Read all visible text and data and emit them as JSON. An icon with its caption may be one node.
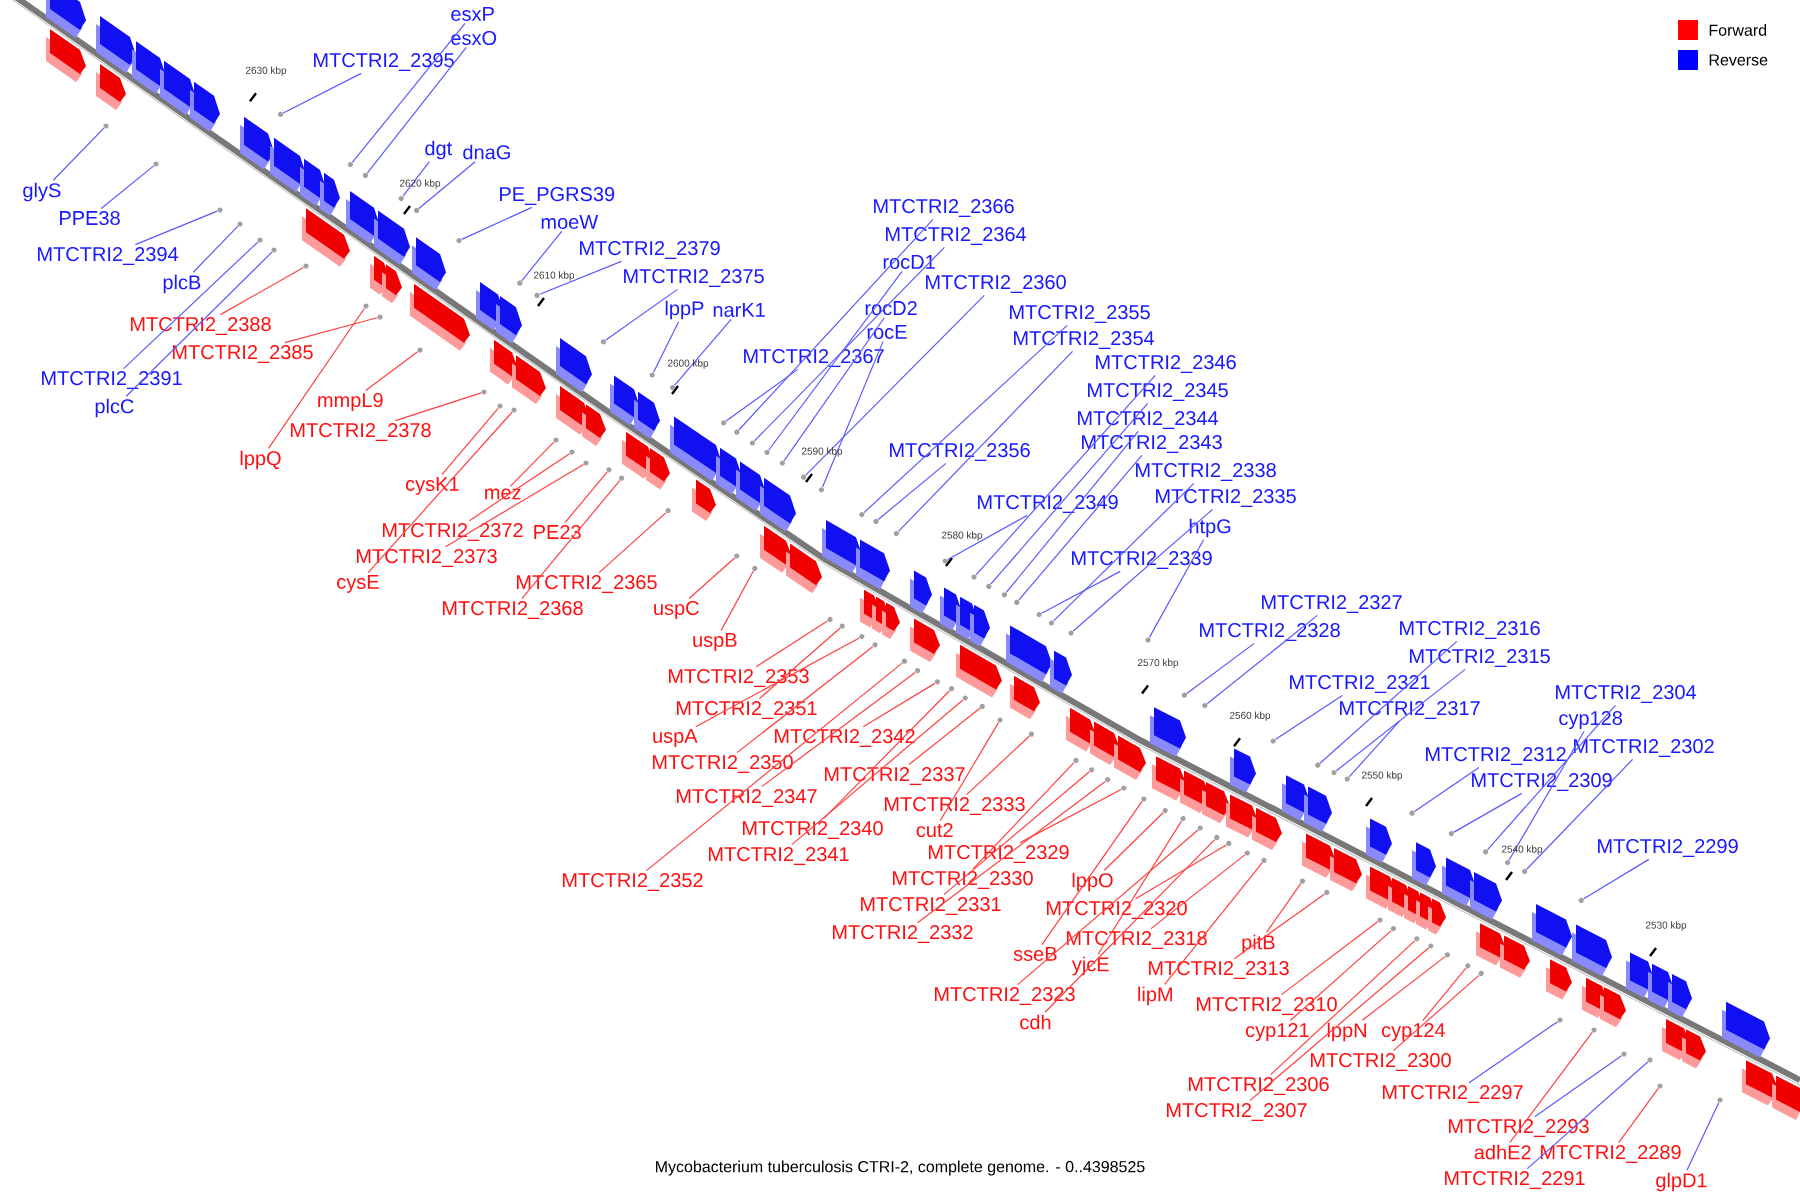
{
  "diagram": {
    "caption": "Mycobacterium tuberculosis CTRI-2, complete genome. - 0..4398525",
    "nodes": [
      {
        "text": [
          "esxP"
        ]
      },
      {
        "text": [
          "esxO"
        ]
      },
      {
        "text": [
          "MTCTRI2_2395"
        ]
      },
      {
        "text": [
          "glyS"
        ]
      },
      {
        "text": [
          "PPE38"
        ]
      },
      {
        "text": [
          "MTCTRI2_2394"
        ]
      },
      {
        "text": [
          "plcB"
        ]
      },
      {
        "text": [
          "MTCTRI2_2391"
        ]
      },
      {
        "text": [
          "plcC"
        ]
      },
      {
        "text": [
          "dgt"
        ]
      },
      {
        "text": [
          "dnaG"
        ]
      },
      {
        "text": [
          "PE_PGRS39"
        ]
      },
      {
        "text": [
          "moeW"
        ]
      },
      {
        "text": [
          "MTCTRI2_2379"
        ]
      },
      {
        "text": [
          "MTCTRI2_2375"
        ]
      },
      {
        "text": [
          "lppP"
        ]
      },
      {
        "text": [
          "narK1"
        ]
      },
      {
        "text": [
          "MTCTRI2_2367"
        ]
      },
      {
        "text": [
          "MTCTRI2_2366"
        ]
      },
      {
        "text": [
          "MTCTRI2_2364"
        ]
      },
      {
        "text": [
          "rocD1"
        ]
      },
      {
        "text": [
          "MTCTRI2_2360"
        ]
      },
      {
        "text": [
          "rocD2"
        ]
      },
      {
        "text": [
          "rocE"
        ]
      },
      {
        "text": [
          "MTCTRI2_2355"
        ]
      },
      {
        "text": [
          "MTCTRI2_2354"
        ]
      },
      {
        "text": [
          "MTCTRI2_2356"
        ]
      },
      {
        "text": [
          "MTCTRI2_2346"
        ]
      },
      {
        "text": [
          "MTCTRI2_2345"
        ]
      },
      {
        "text": [
          "MTCTRI2_2344"
        ]
      },
      {
        "text": [
          "MTCTRI2_2343"
        ]
      },
      {
        "text": [
          "MTCTRI2_2349"
        ]
      },
      {
        "text": [
          "MTCTRI2_2338"
        ]
      },
      {
        "text": [
          "MTCTRI2_2335"
        ]
      },
      {
        "text": [
          "htpG"
        ]
      },
      {
        "text": [
          "MTCTRI2_2339"
        ]
      },
      {
        "text": [
          "MTCTRI2_2327"
        ]
      },
      {
        "text": [
          "MTCTRI2_2328"
        ]
      },
      {
        "text": [
          "MTCTRI2_2316"
        ]
      },
      {
        "text": [
          "MTCTRI2_2315"
        ]
      },
      {
        "text": [
          "MTCTRI2_2321"
        ]
      },
      {
        "text": [
          "MTCTRI2_2317"
        ]
      },
      {
        "text": [
          "MTCTRI2_2304"
        ]
      },
      {
        "text": [
          "cyp128"
        ]
      },
      {
        "text": [
          "MTCTRI2_2302"
        ]
      },
      {
        "text": [
          "MTCTRI2_2312"
        ]
      },
      {
        "text": [
          "MTCTRI2_2309"
        ]
      },
      {
        "text": [
          "MTCTRI2_2299"
        ]
      },
      {
        "text": [
          "MTCTRI2_2297"
        ]
      },
      {
        "text": [
          "MTCTRI2_2293"
        ]
      },
      {
        "text": [
          "MTCTRI2_2291"
        ]
      },
      {
        "text": [
          "glpD1"
        ]
      },
      {
        "text": [
          "MTCTRI2_2388"
        ]
      },
      {
        "text": [
          "MTCTRI2_2385"
        ]
      },
      {
        "text": [
          "mmpL9"
        ]
      },
      {
        "text": [
          "MTCTRI2_2378"
        ]
      },
      {
        "text": [
          "lppQ"
        ]
      },
      {
        "text": [
          "cysK1"
        ]
      },
      {
        "text": [
          "mez"
        ]
      },
      {
        "text": [
          "MTCTRI2_2372"
        ]
      },
      {
        "text": [
          "MTCTRI2_2373"
        ]
      },
      {
        "text": [
          "cysE"
        ]
      },
      {
        "text": [
          "PE23"
        ]
      },
      {
        "text": [
          "MTCTRI2_2365"
        ]
      },
      {
        "text": [
          "MTCTRI2_2368"
        ]
      },
      {
        "text": [
          "uspC"
        ]
      },
      {
        "text": [
          "uspB"
        ]
      },
      {
        "text": [
          "MTCTRI2_2353"
        ]
      },
      {
        "text": [
          "MTCTRI2_2351"
        ]
      },
      {
        "text": [
          "uspA"
        ]
      },
      {
        "text": [
          "MTCTRI2_2350"
        ]
      },
      {
        "text": [
          "MTCTRI2_2342"
        ]
      },
      {
        "text": [
          "MTCTRI2_2337"
        ]
      },
      {
        "text": [
          "MTCTRI2_2347"
        ]
      },
      {
        "text": [
          "MTCTRI2_2333"
        ]
      },
      {
        "text": [
          "MTCTRI2_2340"
        ]
      },
      {
        "text": [
          "cut2"
        ]
      },
      {
        "text": [
          "MTCTRI2_2341"
        ]
      },
      {
        "text": [
          "MTCTRI2_2352"
        ]
      },
      {
        "text": [
          "MTCTRI2_2329"
        ]
      },
      {
        "text": [
          "MTCTRI2_2330"
        ]
      },
      {
        "text": [
          "lppO"
        ]
      },
      {
        "text": [
          "MTCTRI2_2331"
        ]
      },
      {
        "text": [
          "MTCTRI2_2320"
        ]
      },
      {
        "text": [
          "MTCTRI2_2332"
        ]
      },
      {
        "text": [
          "sseB"
        ]
      },
      {
        "text": [
          "MTCTRI2_2318"
        ]
      },
      {
        "text": [
          "yjcE"
        ]
      },
      {
        "text": [
          "pitB"
        ]
      },
      {
        "text": [
          "MTCTRI2_2313"
        ]
      },
      {
        "text": [
          "lipM"
        ]
      },
      {
        "text": [
          "MTCTRI2_2323"
        ]
      },
      {
        "text": [
          "cdh"
        ]
      },
      {
        "text": [
          "MTCTRI2_2310"
        ]
      },
      {
        "text": [
          "cyp121"
        ]
      },
      {
        "text": [
          "lppN"
        ]
      },
      {
        "text": [
          "cyp124"
        ]
      },
      {
        "text": [
          "MTCTRI2_2300"
        ]
      },
      {
        "text": [
          "MTCTRI2_2306"
        ]
      },
      {
        "text": [
          "MTCTRI2_2307"
        ]
      },
      {
        "text": [
          "adhE2"
        ]
      },
      {
        "text": [
          "MTCTRI2_2289"
        ]
      },
      {
        "text": [],
        "shape": "circle"
      },
      {
        "text": [],
        "shape": "circle"
      },
      {
        "text": [],
        "shape": "circle"
      },
      {
        "text": [],
        "shape": "circle"
      },
      {
        "text": [],
        "shape": "circle"
      },
      {
        "text": [],
        "shape": "circle"
      },
      {
        "text": [],
        "shape": "circle"
      },
      {
        "text": [],
        "shape": "circle"
      },
      {
        "text": [],
        "shape": "circle"
      },
      {
        "text": [],
        "shape": "circle"
      },
      {
        "text": [],
        "shape": "circle"
      },
      {
        "text": [],
        "shape": "circle"
      },
      {
        "text": [],
        "shape": "circle"
      },
      {
        "text": [],
        "shape": "circle"
      },
      {
        "text": [],
        "shape": "circle"
      },
      {
        "text": [],
        "shape": "circle"
      },
      {
        "text": [],
        "shape": "circle"
      },
      {
        "text": [],
        "shape": "circle"
      },
      {
        "text": [],
        "shape": "circle"
      },
      {
        "text": [],
        "shape": "circle"
      },
      {
        "text": [],
        "shape": "circle"
      },
      {
        "text": [],
        "shape": "circle"
      },
      {
        "text": [],
        "shape": "circle"
      },
      {
        "text": [],
        "shape": "circle"
      },
      {
        "text": [],
        "shape": "circle"
      },
      {
        "text": [],
        "shape": "circle"
      },
      {
        "text": [],
        "shape": "circle"
      },
      {
        "text": [],
        "shape": "circle"
      },
      {
        "text": [],
        "shape": "circle"
      },
      {
        "text": [],
        "shape": "circle"
      },
      {
        "text": [],
        "shape": "circle"
      },
      {
        "text": [],
        "shape": "circle"
      },
      {
        "text": [],
        "shape": "circle"
      },
      {
        "text": [],
        "shape": "circle"
      },
      {
        "text": [],
        "shape": "circle"
      },
      {
        "text": [],
        "shape": "circle"
      },
      {
        "text": [],
        "shape": "circle"
      },
      {
        "text": [],
        "shape": "circle"
      },
      {
        "text": [],
        "shape": "circle"
      },
      {
        "text": [],
        "shape": "circle"
      },
      {
        "text": [],
        "shape": "circle"
      },
      {
        "text": [],
        "shape": "circle"
      },
      {
        "text": [],
        "shape": "circle"
      },
      {
        "text": [],
        "shape": "circle"
      },
      {
        "text": [],
        "shape": "circle"
      },
      {
        "text": [],
        "shape": "circle"
      },
      {
        "text": [],
        "shape": "circle"
      },
      {
        "text": [],
        "shape": "circle"
      },
      {
        "text": [],
        "shape": "circle"
      },
      {
        "text": [],
        "shape": "circle"
      },
      {
        "text": [],
        "shape": "circle"
      },
      {
        "text": [],
        "shape": "circle"
      },
      {
        "text": [],
        "shape": "circle"
      },
      {
        "text": [],
        "shape": "circle"
      },
      {
        "text": [],
        "shape": "circle"
      },
      {
        "text": [],
        "shape": "circle"
      },
      {
        "text": [],
        "shape": "circle"
      },
      {
        "text": [],
        "shape": "circle"
      },
      {
        "text": [],
        "shape": "circle"
      },
      {
        "text": [],
        "shape": "circle"
      },
      {
        "text": [],
        "shape": "circle"
      },
      {
        "text": [],
        "shape": "circle"
      },
      {
        "text": [],
        "shape": "circle"
      },
      {
        "text": [],
        "shape": "circle"
      },
      {
        "text": [],
        "shape": "circle"
      },
      {
        "text": [],
        "shape": "circle"
      },
      {
        "text": [],
        "shape": "circle"
      },
      {
        "text": [],
        "shape": "circle"
      },
      {
        "text": [],
        "shape": "circle"
      },
      {
        "text": [],
        "shape": "circle"
      },
      {
        "text": [],
        "shape": "circle"
      },
      {
        "text": [],
        "shape": "circle"
      },
      {
        "text": [],
        "shape": "circle"
      },
      {
        "text": [],
        "shape": "circle"
      },
      {
        "text": [],
        "shape": "circle"
      },
      {
        "text": [],
        "shape": "circle"
      },
      {
        "text": [],
        "shape": "circle"
      },
      {
        "text": [],
        "shape": "circle"
      },
      {
        "text": [],
        "shape": "circle"
      },
      {
        "text": [],
        "shape": "circle"
      },
      {
        "text": [],
        "shape": "circle"
      },
      {
        "text": [],
        "shape": "circle"
      },
      {
        "text": [],
        "shape": "circle"
      },
      {
        "text": [],
        "shape": "circle"
      },
      {
        "text": [],
        "shape": "circle"
      },
      {
        "text": [],
        "shape": "circle"
      },
      {
        "text": [],
        "shape": "circle"
      },
      {
        "text": [],
        "shape": "circle"
      },
      {
        "text": [],
        "shape": "circle"
      },
      {
        "text": [],
        "shape": "circle"
      },
      {
        "text": [],
        "shape": "circle"
      },
      {
        "text": [],
        "shape": "circle"
      },
      {
        "text": [],
        "shape": "circle"
      },
      {
        "text": [],
        "shape": "circle"
      },
      {
        "text": [],
        "shape": "circle"
      },
      {
        "text": [],
        "shape": "circle"
      },
      {
        "text": [],
        "shape": "circle"
      },
      {
        "text": [],
        "shape": "circle"
      },
      {
        "text": [],
        "shape": "circle"
      },
      {
        "text": [],
        "shape": "circle"
      },
      {
        "text": [],
        "shape": "circle"
      },
      {
        "text": [],
        "shape": "circle"
      }
    ],
    "edges": [
      {
        "from": 0,
        "to": 110,
        "arrow": "none"
      },
      {
        "from": 1,
        "to": 111,
        "arrow": "none"
      },
      {
        "from": 2,
        "to": 107,
        "arrow": "none"
      },
      {
        "from": 3,
        "to": 102,
        "arrow": "none"
      },
      {
        "from": 4,
        "to": 103,
        "arrow": "none"
      },
      {
        "from": 5,
        "to": 104,
        "arrow": "none"
      },
      {
        "from": 6,
        "to": 105,
        "arrow": "none"
      },
      {
        "from": 7,
        "to": 106,
        "arrow": "none"
      },
      {
        "from": 8,
        "to": 108,
        "arrow": "none"
      },
      {
        "from": 9,
        "to": 114,
        "arrow": "none"
      },
      {
        "from": 10,
        "to": 115,
        "arrow": "none"
      },
      {
        "from": 11,
        "to": 117,
        "arrow": "none"
      },
      {
        "from": 12,
        "to": 120,
        "arrow": "none"
      },
      {
        "from": 13,
        "to": 122,
        "arrow": "none"
      },
      {
        "from": 14,
        "to": 126,
        "arrow": "none"
      },
      {
        "from": 15,
        "to": 129,
        "arrow": "none"
      },
      {
        "from": 16,
        "to": 130,
        "arrow": "none"
      },
      {
        "from": 17,
        "to": 132,
        "arrow": "none"
      },
      {
        "from": 18,
        "to": 133,
        "arrow": "none"
      },
      {
        "from": 19,
        "to": 134,
        "arrow": "none"
      },
      {
        "from": 20,
        "to": 135,
        "arrow": "none"
      },
      {
        "from": 21,
        "to": 138,
        "arrow": "none"
      },
      {
        "from": 22,
        "to": 137,
        "arrow": "none"
      },
      {
        "from": 23,
        "to": 140,
        "arrow": "none"
      },
      {
        "from": 24,
        "to": 142,
        "arrow": "none"
      },
      {
        "from": 25,
        "to": 147,
        "arrow": "none"
      },
      {
        "from": 26,
        "to": 143,
        "arrow": "none"
      },
      {
        "from": 27,
        "to": 154,
        "arrow": "none"
      },
      {
        "from": 28,
        "to": 155,
        "arrow": "none"
      },
      {
        "from": 29,
        "to": 156,
        "arrow": "none"
      },
      {
        "from": 30,
        "to": 158,
        "arrow": "none"
      },
      {
        "from": 31,
        "to": 150,
        "arrow": "none"
      },
      {
        "from": 32,
        "to": 161,
        "arrow": "none"
      },
      {
        "from": 33,
        "to": 162,
        "arrow": "none"
      },
      {
        "from": 34,
        "to": 169,
        "arrow": "none"
      },
      {
        "from": 35,
        "to": 160,
        "arrow": "none"
      },
      {
        "from": 36,
        "to": 173,
        "arrow": "none"
      },
      {
        "from": 37,
        "to": 171,
        "arrow": "none"
      },
      {
        "from": 38,
        "to": 181,
        "arrow": "none"
      },
      {
        "from": 39,
        "to": 182,
        "arrow": "none"
      },
      {
        "from": 40,
        "to": 178,
        "arrow": "none"
      },
      {
        "from": 41,
        "to": 183,
        "arrow": "none"
      },
      {
        "from": 42,
        "to": 192,
        "arrow": "none"
      },
      {
        "from": 43,
        "to": 193,
        "arrow": "none"
      },
      {
        "from": 44,
        "to": 196,
        "arrow": "none"
      },
      {
        "from": 45,
        "to": 186,
        "arrow": "none"
      },
      {
        "from": 46,
        "to": 188,
        "arrow": "none"
      },
      {
        "from": 47,
        "to": 198,
        "arrow": "none"
      },
      {
        "from": 48,
        "to": 197,
        "arrow": "none"
      },
      {
        "from": 49,
        "to": 200,
        "arrow": "none"
      },
      {
        "from": 50,
        "to": 201,
        "arrow": "none"
      },
      {
        "from": 51,
        "to": 203,
        "arrow": "none"
      },
      {
        "from": 52,
        "to": 109,
        "arrow": "none",
        "color": "#ff4040"
      },
      {
        "from": 53,
        "to": 113,
        "arrow": "none",
        "color": "#ff4040"
      },
      {
        "from": 54,
        "to": 116,
        "arrow": "none",
        "color": "#ff4040"
      },
      {
        "from": 55,
        "to": 118,
        "arrow": "none",
        "color": "#ff4040"
      },
      {
        "from": 56,
        "to": 112,
        "arrow": "none",
        "color": "#ff4040"
      },
      {
        "from": 57,
        "to": 119,
        "arrow": "none",
        "color": "#ff4040"
      },
      {
        "from": 58,
        "to": 123,
        "arrow": "none",
        "color": "#ff4040"
      },
      {
        "from": 59,
        "to": 124,
        "arrow": "none",
        "color": "#ff4040"
      },
      {
        "from": 60,
        "to": 125,
        "arrow": "none",
        "color": "#ff4040"
      },
      {
        "from": 61,
        "to": 121,
        "arrow": "none",
        "color": "#ff4040"
      },
      {
        "from": 62,
        "to": 127,
        "arrow": "none",
        "color": "#ff4040"
      },
      {
        "from": 63,
        "to": 131,
        "arrow": "none",
        "color": "#ff4040"
      },
      {
        "from": 64,
        "to": 128,
        "arrow": "none",
        "color": "#ff4040"
      },
      {
        "from": 65,
        "to": 136,
        "arrow": "none",
        "color": "#ff4040"
      },
      {
        "from": 66,
        "to": 139,
        "arrow": "none",
        "color": "#ff4040"
      },
      {
        "from": 67,
        "to": 141,
        "arrow": "none",
        "color": "#ff4040"
      },
      {
        "from": 68,
        "to": 144,
        "arrow": "none",
        "color": "#ff4040"
      },
      {
        "from": 69,
        "to": 145,
        "arrow": "none",
        "color": "#ff4040"
      },
      {
        "from": 70,
        "to": 146,
        "arrow": "none",
        "color": "#ff4040"
      },
      {
        "from": 71,
        "to": 151,
        "arrow": "none",
        "color": "#ff4040"
      },
      {
        "from": 72,
        "to": 157,
        "arrow": "none",
        "color": "#ff4040"
      },
      {
        "from": 73,
        "to": 149,
        "arrow": "none",
        "color": "#ff4040"
      },
      {
        "from": 74,
        "to": 163,
        "arrow": "none",
        "color": "#ff4040"
      },
      {
        "from": 75,
        "to": 152,
        "arrow": "none",
        "color": "#ff4040"
      },
      {
        "from": 76,
        "to": 159,
        "arrow": "none",
        "color": "#ff4040"
      },
      {
        "from": 77,
        "to": 153,
        "arrow": "none",
        "color": "#ff4040"
      },
      {
        "from": 78,
        "to": 148,
        "arrow": "none",
        "color": "#ff4040"
      },
      {
        "from": 79,
        "to": 167,
        "arrow": "none",
        "color": "#ff4040"
      },
      {
        "from": 80,
        "to": 164,
        "arrow": "none",
        "color": "#ff4040"
      },
      {
        "from": 81,
        "to": 170,
        "arrow": "none",
        "color": "#ff4040"
      },
      {
        "from": 82,
        "to": 165,
        "arrow": "none",
        "color": "#ff4040"
      },
      {
        "from": 83,
        "to": 176,
        "arrow": "none",
        "color": "#ff4040"
      },
      {
        "from": 84,
        "to": 166,
        "arrow": "none",
        "color": "#ff4040"
      },
      {
        "from": 85,
        "to": 168,
        "arrow": "none",
        "color": "#ff4040"
      },
      {
        "from": 86,
        "to": 177,
        "arrow": "none",
        "color": "#ff4040"
      },
      {
        "from": 87,
        "to": 172,
        "arrow": "none",
        "color": "#ff4040"
      },
      {
        "from": 88,
        "to": 180,
        "arrow": "none",
        "color": "#ff4040"
      },
      {
        "from": 89,
        "to": 184,
        "arrow": "none",
        "color": "#ff4040"
      },
      {
        "from": 90,
        "to": 179,
        "arrow": "none",
        "color": "#ff4040"
      },
      {
        "from": 91,
        "to": 174,
        "arrow": "none",
        "color": "#ff4040"
      },
      {
        "from": 92,
        "to": 175,
        "arrow": "none",
        "color": "#ff4040"
      },
      {
        "from": 93,
        "to": 185,
        "arrow": "none",
        "color": "#ff4040"
      },
      {
        "from": 94,
        "to": 187,
        "arrow": "none",
        "color": "#ff4040"
      },
      {
        "from": 95,
        "to": 191,
        "arrow": "none",
        "color": "#ff4040"
      },
      {
        "from": 96,
        "to": 194,
        "arrow": "none",
        "color": "#ff4040"
      },
      {
        "from": 97,
        "to": 195,
        "arrow": "none",
        "color": "#ff4040"
      },
      {
        "from": 98,
        "to": 189,
        "arrow": "none",
        "color": "#ff4040"
      },
      {
        "from": 99,
        "to": 190,
        "arrow": "none",
        "color": "#ff4040"
      },
      {
        "from": 100,
        "to": 199,
        "arrow": "none",
        "color": "#ff4040"
      },
      {
        "from": 101,
        "to": 202,
        "arrow": "none",
        "color": "#ff4040"
      }
    ],
    "labels": [
      "2630 kbp",
      "2620 kbp",
      "2610 kbp",
      "2600 kbp",
      "2590 kbp",
      "2580 kbp",
      "2570 kbp",
      "2560 kbp",
      "2550 kbp",
      "2540 kbp",
      "2530 kbp"
    ],
    "legend": [
      {
        "text": "Forward",
        "color": "#ff0000"
      },
      {
        "text": "Reverse",
        "color": "#0000ff"
      }
    ]
  }
}
